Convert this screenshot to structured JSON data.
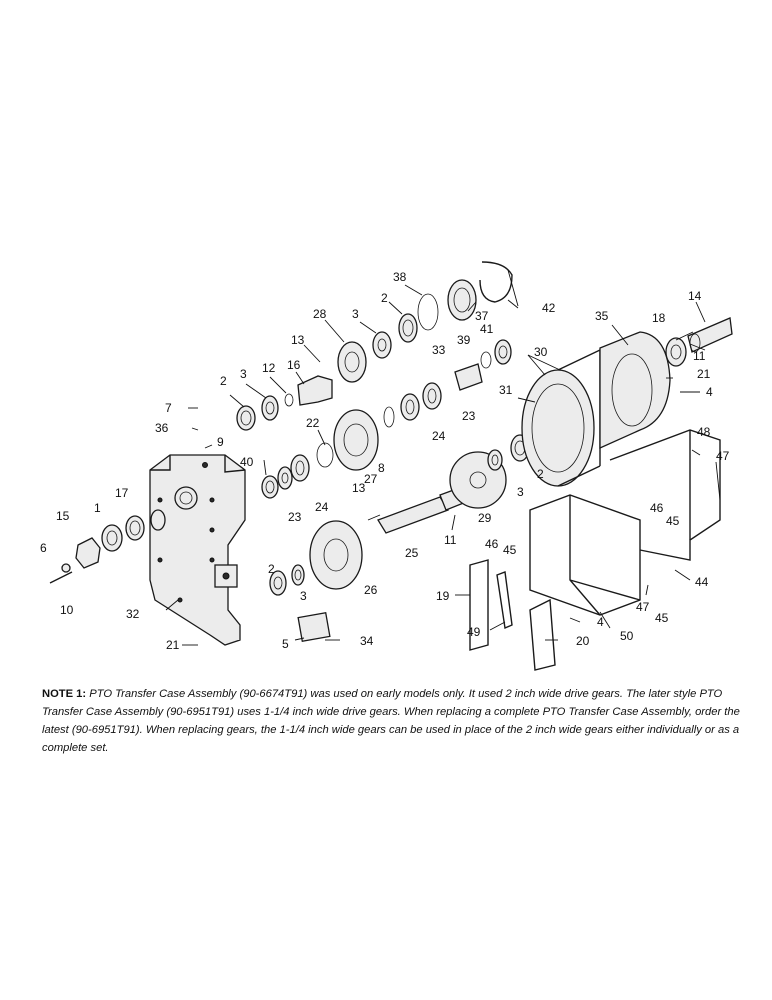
{
  "callouts": [
    "1",
    "2",
    "3",
    "4",
    "5",
    "6",
    "7",
    "8",
    "9",
    "10",
    "11",
    "12",
    "13",
    "14",
    "15",
    "16",
    "17",
    "18",
    "19",
    "20",
    "21",
    "22",
    "23",
    "24",
    "25",
    "26",
    "27",
    "28",
    "29",
    "30",
    "31",
    "32",
    "33",
    "34",
    "35",
    "36",
    "37",
    "38",
    "39",
    "40",
    "41",
    "42",
    "44",
    "45",
    "46",
    "47",
    "48",
    "49",
    "50"
  ],
  "note": {
    "heading": "NOTE 1:",
    "text": "PTO Transfer Case Assembly (90-6674T91) was used on early models only. It used 2 inch wide drive gears. The later style PTO Transfer Case Assembly (90-6951T91) uses 1-1/4 inch wide drive gears. When replacing a complete PTO Transfer Case Assembly, order the latest (90-6951T91). When replacing gears, the 1-1/4 inch wide gears can be used in place of the 2 inch wide gears either individually or as a complete set."
  }
}
